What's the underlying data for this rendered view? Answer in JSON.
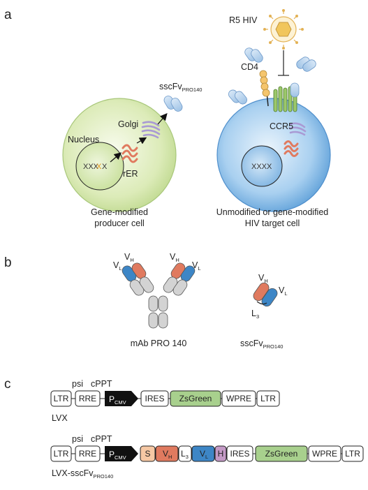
{
  "panels": {
    "a": "a",
    "b": "b",
    "c": "c"
  },
  "panel_a": {
    "nucleus": "Nucleus",
    "golgi": "Golgi",
    "rer": "rER",
    "dna_left": "XXX",
    "dna_mid": "X",
    "dna_right": "X",
    "dna_target": "XXXX",
    "sscfv_main": "sscFv",
    "sscfv_sub": "PRO140",
    "producer_caption_1": "Gene-modified",
    "producer_caption_2": "producer cell",
    "hiv_label": "R5 HIV",
    "cd4": "CD4",
    "ccr5": "CCR5",
    "target_caption_1": "Unmodified or gene-modified",
    "target_caption_2": "HIV target cell"
  },
  "panel_b": {
    "vl": "V",
    "vl_sub": "L",
    "vh": "V",
    "vh_sub": "H",
    "l3": "L",
    "l3_sub": "3",
    "mab_caption": "mAb PRO 140",
    "sscfv_main": "sscFv",
    "sscfv_sub": "PRO140"
  },
  "panel_c": {
    "psi": "psi",
    "cppt": "cPPT",
    "ltr": "LTR",
    "rre": "RRE",
    "p": "P",
    "p_sub": "CMV",
    "ires": "IRES",
    "zsgreen": "ZsGreen",
    "wpre": "WPRE",
    "s": "S",
    "v": "V",
    "h_sub": "H",
    "l": "L",
    "l3_sub": "3",
    "l_sub": "L",
    "h": "H",
    "lvx": "LVX",
    "lvx2_main": "LVX-sscFv",
    "lvx2_sub": "PRO140"
  },
  "colors": {
    "producer_cell": "#cfe3a6",
    "target_cell": "#8ec1e8",
    "vh": "#e07a5f",
    "vl": "#3d86c6",
    "zsgreen": "#a8d08d",
    "signal": "#f6c8a4",
    "hinge": "#c49ac6",
    "promoter": "#111111",
    "hiv_core": "#f1c65c"
  }
}
